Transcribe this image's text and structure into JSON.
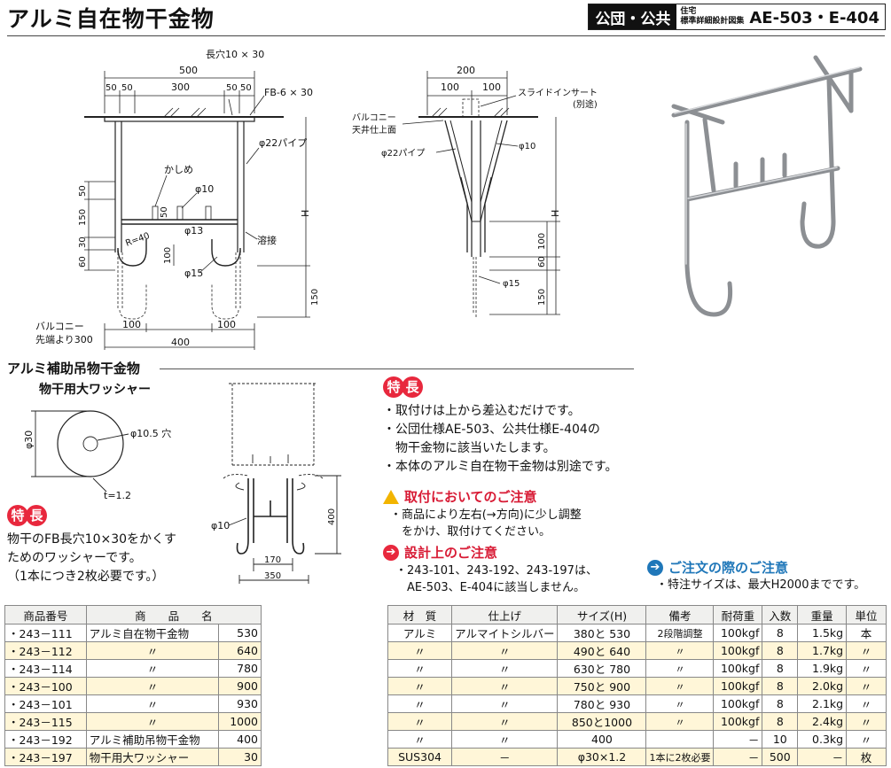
{
  "header": {
    "title": "アルミ自在物干金物",
    "category": "公団・公共",
    "sub1": "住宅",
    "sub2": "標準詳細設計図集",
    "code": "AE-503・E-404"
  },
  "drawing_front": {
    "dim_500": "500",
    "dim_50a": "50",
    "dim_50b": "50",
    "dim_300": "300",
    "dim_50c": "50",
    "dim_50d": "50",
    "slot": "長穴10 × 30",
    "fb": "FB-6 × 30",
    "pipe": "φ22パイプ",
    "kashime": "かしめ",
    "phi10": "φ10",
    "phi13": "φ13",
    "r40": "R=40",
    "weld": "溶接",
    "phi15": "φ15",
    "v50a": "50",
    "v150": "150",
    "v30": "30",
    "v60": "60",
    "v50b": "50",
    "v100": "100",
    "v150b": "150",
    "H": "H",
    "bottom100a": "100",
    "bottom100b": "100",
    "bottom400": "400",
    "balcony1": "バルコニー",
    "balcony2": "先端より300"
  },
  "drawing_side": {
    "dim_200": "200",
    "dim_100a": "100",
    "dim_100b": "100",
    "slide": "スライドインサート",
    "slide_note": "(別途)",
    "ceil1": "バルコニー",
    "ceil2": "天井仕上面",
    "pipe": "φ22パイプ",
    "phi10": "φ10",
    "H": "H",
    "v100": "100",
    "v60": "60",
    "phi15": "φ15",
    "v150": "150"
  },
  "aux": {
    "heading": "アルミ補助吊物干金物",
    "washer_title": "物干用大ワッシャー",
    "phi30": "φ30",
    "hole": "φ10.5 穴",
    "t": "t=1.2",
    "phi10": "φ10",
    "d400": "400",
    "d170": "170",
    "d350": "350"
  },
  "badge": {
    "c1": "特",
    "c2": "長"
  },
  "features_left": [
    "物干のFB長穴10×30をかくす",
    "ためのワッシャーです。",
    "（1本につき2枚必要です。）"
  ],
  "features_right": [
    "・取付けは上から差込むだけです。",
    "・公団仕様AE-503、公共仕様E-404の",
    "　物干金物に該当いたします。",
    "・本体のアルミ自在物干金物は別途です。"
  ],
  "note_install": {
    "head": "取付においてのご注意",
    "lines": [
      "・商品により左右(→方向)に少し調整",
      "　をかけ、取付けてください。"
    ]
  },
  "note_design": {
    "head": "設計上のご注意",
    "lines": [
      "・243-101、243-192、243-197は、",
      "　AE-503、E-404に該当しません。"
    ]
  },
  "note_order": {
    "head": "ご注文の際のご注意",
    "lines": [
      "・特注サイズは、最大H2000までです。"
    ]
  },
  "table_left": {
    "headers": [
      "商品番号",
      "商　　品　　名"
    ],
    "rows": [
      [
        "・243－111",
        "アルミ自在物干金物",
        "530"
      ],
      [
        "・243－112",
        "〃",
        "640"
      ],
      [
        "・243－114",
        "〃",
        "780"
      ],
      [
        "・243－100",
        "〃",
        "900"
      ],
      [
        "・243－101",
        "〃",
        "930"
      ],
      [
        "・243－115",
        "〃",
        "1000"
      ],
      [
        "・243－192",
        "アルミ補助吊物干金物",
        "400"
      ],
      [
        "・243－197",
        "物干用大ワッシャー",
        "30"
      ]
    ]
  },
  "table_right": {
    "headers": [
      "材　質",
      "仕上げ",
      "サイズ(H)",
      "備考",
      "耐荷重",
      "入数",
      "重量",
      "単位"
    ],
    "rows": [
      [
        "アルミ",
        "アルマイトシルバー",
        "380と 530",
        "2段階調整",
        "100kgf",
        "8",
        "1.5kg",
        "本"
      ],
      [
        "〃",
        "〃",
        "490と 640",
        "〃",
        "100kgf",
        "8",
        "1.7kg",
        "〃"
      ],
      [
        "〃",
        "〃",
        "630と 780",
        "〃",
        "100kgf",
        "8",
        "1.9kg",
        "〃"
      ],
      [
        "〃",
        "〃",
        "750と 900",
        "〃",
        "100kgf",
        "8",
        "2.0kg",
        "〃"
      ],
      [
        "〃",
        "〃",
        "780と 930",
        "〃",
        "100kgf",
        "8",
        "2.1kg",
        "〃"
      ],
      [
        "〃",
        "〃",
        "850と1000",
        "〃",
        "100kgf",
        "8",
        "2.4kg",
        "〃"
      ],
      [
        "〃",
        "〃",
        "400",
        "",
        "－",
        "10",
        "0.3kg",
        "〃"
      ],
      [
        "SUS304",
        "－",
        "φ30×1.2",
        "1本に2枚必要",
        "－",
        "500",
        "－",
        "枚"
      ]
    ]
  },
  "colors": {
    "accent_red": "#e8283d",
    "accent_blue": "#1f77b9",
    "warn_yellow": "#f2b400",
    "row_alt": "#fff6d8"
  }
}
